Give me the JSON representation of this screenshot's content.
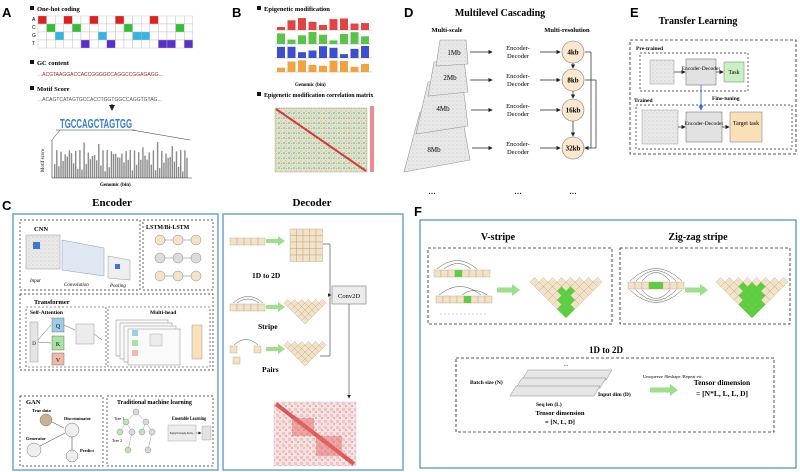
{
  "panels": {
    "A": {
      "letter": "A",
      "onehot_title": "One-hot coding",
      "onehot_rows": [
        "A",
        "C",
        "G",
        "T"
      ],
      "onehot_colors": [
        "#e02020",
        "#30c030",
        "#33b5e5",
        "#5a2fd0"
      ],
      "gc_title": "GC content",
      "gc_seq": "...ACGTAAGGACCACCGGGGCCAGGCCGGAGAGG...",
      "motif_title": "Motif Score",
      "motif_seq": "...ACAGTCATAGTGCCACCTGGTGGCCAGGTGTAG...",
      "motif_logo": "TGCCAGCTAGTGG",
      "motif_ylabel": "Motif score",
      "motif_xlabel": "Genomic (bin)"
    },
    "B": {
      "letter": "B",
      "epi_title": "Epigenetic modification",
      "epi_xlabel": "Genomic (bin)",
      "corr_title": "Epigenetic modification correlation matrix"
    },
    "C": {
      "letter": "C",
      "encoder_title": "Encoder",
      "decoder_title": "Decoder",
      "cnn": "CNN",
      "lstm": "LSTM/Bi-LSTM",
      "input": "Input",
      "convolution": "Convolution",
      "pooling": "Pooling",
      "transformer": "Transformer",
      "self_attention": "Self-Attention",
      "multihead": "Multi-head",
      "q": "Q",
      "k": "K",
      "v": "V",
      "d": "D",
      "gan": "GAN",
      "true_data": "True data",
      "discriminator": "Discriminator",
      "generator": "Generator",
      "predict": "Predict",
      "tml": "Traditional machine learning",
      "tree1": "Tree 1",
      "tree2": "Tree 2",
      "ensemble": "Ensemble Learning",
      "bagging": "Bagging, Bootstrapping, Boosting, ...",
      "d1to2d": "1D to 2D",
      "stripe": "Stripe",
      "pairs": "Pairs",
      "conv2d": "Conv2D"
    },
    "D": {
      "letter": "D",
      "title": "Multilevel Cascading",
      "multiscale": "Multi-scale",
      "multiresolution": "Multi-resolution",
      "scales": [
        "1Mb",
        "2Mb",
        "4Mb",
        "8Mb"
      ],
      "resolutions": [
        "4kb",
        "8kb",
        "16kb",
        "32kb"
      ],
      "encdec": "Encoder-Decoder",
      "ellipsis": "..."
    },
    "E": {
      "letter": "E",
      "title": "Transfer Learning",
      "pretrained": "Pre-trained",
      "trained": "Trained",
      "encdec": "Encoder-Decoder",
      "task": "Task",
      "finetuning": "Fine-tuning",
      "target": "Target task"
    },
    "F": {
      "letter": "F",
      "vstripe": "V-stripe",
      "zigzag": "Zig-zag stripe",
      "d1to2d": "1D to 2D",
      "batch": "Batch size (N)",
      "seqlen": "Seq len (L)",
      "inputdim": "Input dim (D)",
      "tensor_left_label": "Tensor dimension",
      "tensor_left_value": "= [N, L, D]",
      "unsqueeze": "Unsqueeze /Reshape /Repeat etc.",
      "tensor_right_label": "Tensor dimension",
      "tensor_right_value": "= [N*L, L, L, D]",
      "dots": "..."
    }
  },
  "colors": {
    "panel_border": "#6aa6d4",
    "arrow_green": "#9be08a",
    "tri_fill": "#f2e2c8",
    "green_cell": "#55d23c",
    "task_green": "#c9f0c4",
    "target_fill": "#fae0b8",
    "stack_gray": "#e6e6e6",
    "circle_fill": "#fbe8cf",
    "heat_red": "#d63a3a",
    "blue_link": "#3f77d8"
  }
}
